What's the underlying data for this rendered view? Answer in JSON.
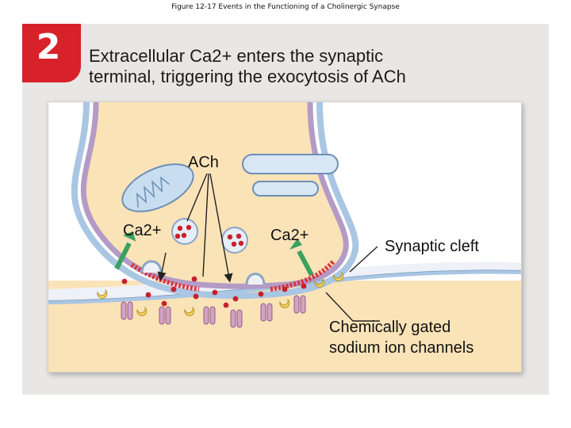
{
  "figure": {
    "caption": "Figure 12-17  Events in the Functioning of a Cholinergic Synapse"
  },
  "step": {
    "number": "2",
    "title_line1": "Extracellular Ca2+ enters the synaptic",
    "title_line2": "terminal, triggering the exocytosis of ACh"
  },
  "labels": {
    "ach": "ACh",
    "ca_left": "Ca2+",
    "ca_right": "Ca2+",
    "synaptic_cleft": "Synaptic cleft",
    "channels_line1": "Chemically gated",
    "channels_line2": "sodium ion channels"
  },
  "colors": {
    "step_badge": "#d8222a",
    "terminal_fill": "#fbe3b8",
    "membrane_outer": "#a9c6e3",
    "membrane_inner": "#b49bc6",
    "release_site": "#d9383f",
    "ach_molecule": "#c81f2a",
    "calcium_arrow": "#3aa15f",
    "receptor": "#d4a2c4",
    "ache_enzyme": "#f2d25c"
  }
}
